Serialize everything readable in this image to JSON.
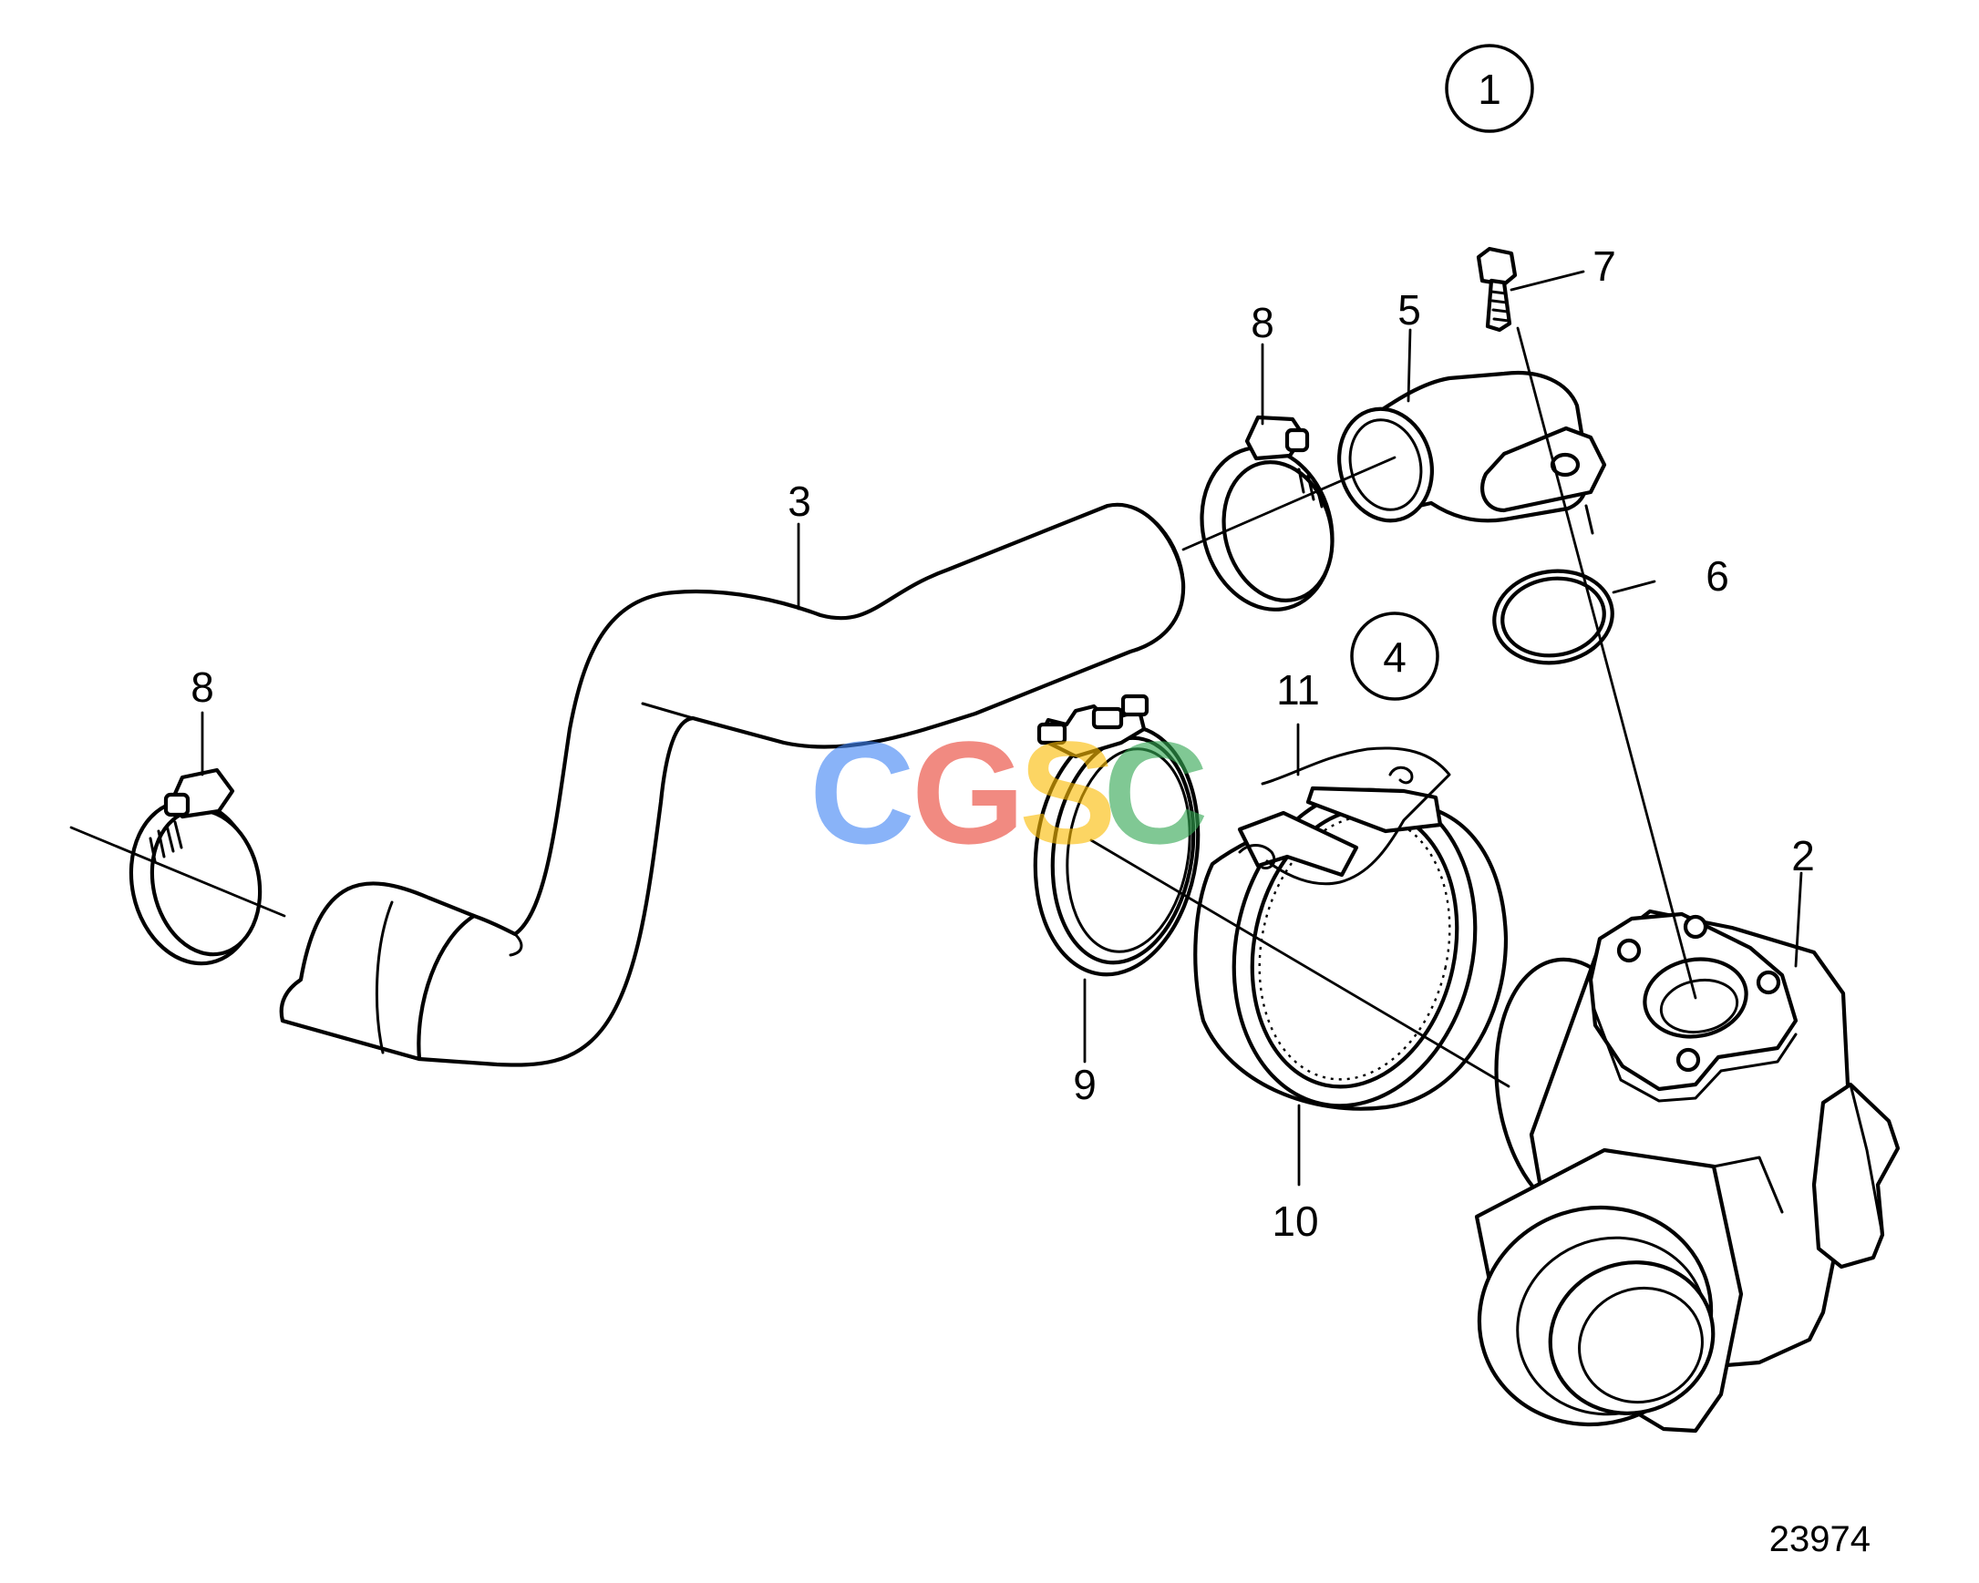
{
  "drawing_number": "23974",
  "callouts": {
    "c1": "1",
    "c2": "2",
    "c3": "3",
    "c4": "4",
    "c5": "5",
    "c6": "6",
    "c7": "7",
    "c8a": "8",
    "c8b": "8",
    "c9": "9",
    "c10": "10",
    "c11": "11"
  },
  "watermark": {
    "letters": [
      "C",
      "G",
      "S",
      "C"
    ],
    "colors": [
      "#4285F4",
      "#EA4335",
      "#FBBC05",
      "#34A853"
    ]
  }
}
